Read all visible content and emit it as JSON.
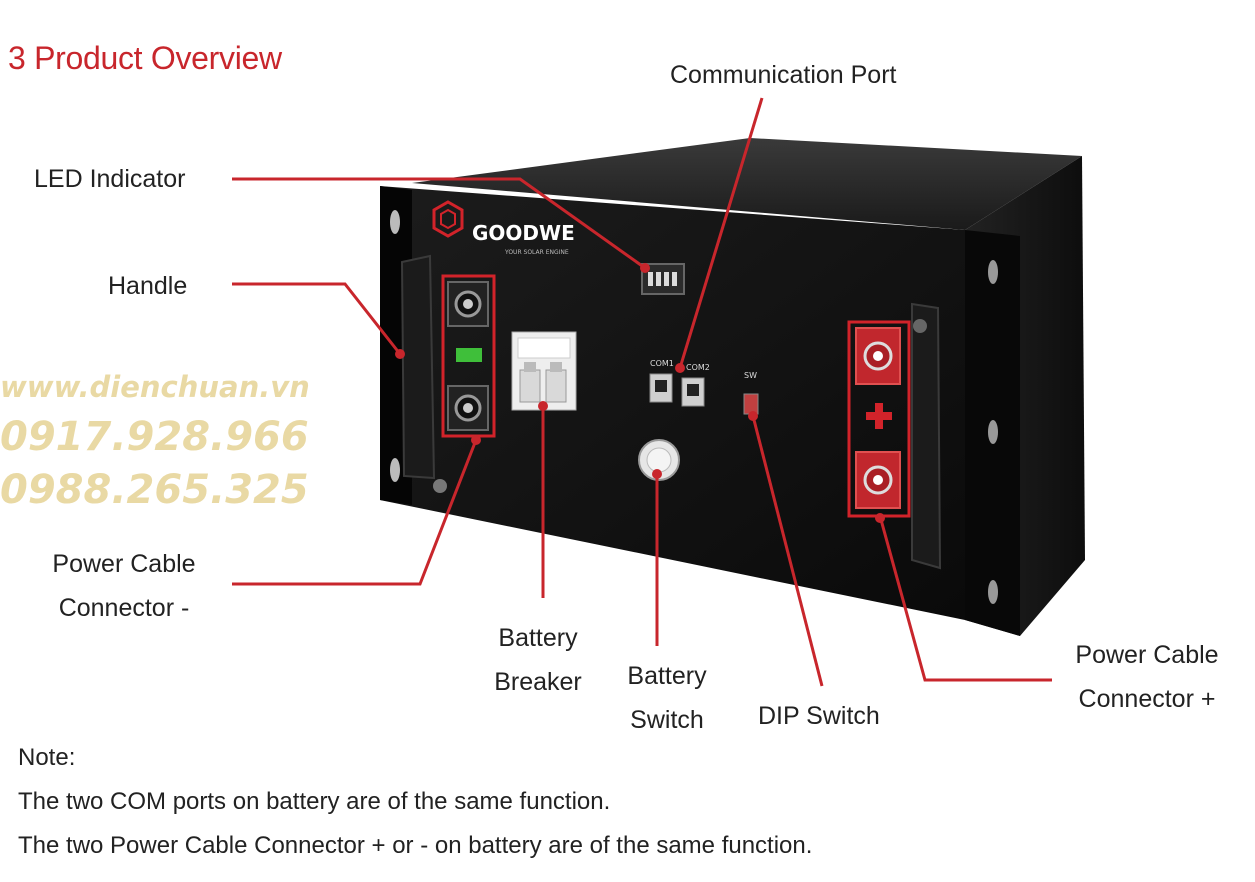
{
  "title": "3 Product Overview",
  "brand": {
    "name": "GOODWE",
    "tagline": "YOUR SOLAR ENGINE"
  },
  "panel_labels": {
    "com1": "COM1",
    "com2": "COM2",
    "sw": "SW"
  },
  "callouts": {
    "communication_port": "Communication Port",
    "led_indicator": "LED Indicator",
    "handle": "Handle",
    "power_cable_neg_line1": "Power Cable",
    "power_cable_neg_line2": "Connector -",
    "battery_breaker_line1": "Battery",
    "battery_breaker_line2": "Breaker",
    "battery_switch_line1": "Battery",
    "battery_switch_line2": "Switch",
    "dip_switch": "DIP Switch",
    "power_cable_pos_line1": "Power Cable",
    "power_cable_pos_line2": "Connector +"
  },
  "watermark": {
    "website": "www.dienchuan.vn",
    "phone1": "0917.928.966",
    "phone2": "0988.265.325"
  },
  "notes": {
    "heading": "Note:",
    "line1": "The two COM ports on battery are of the same function.",
    "line2": "The two Power Cable Connector + or - on battery are of the same function."
  },
  "colors": {
    "accent": "#c8262c",
    "watermark": "#e8d7a0",
    "battery_body": "#111111"
  }
}
